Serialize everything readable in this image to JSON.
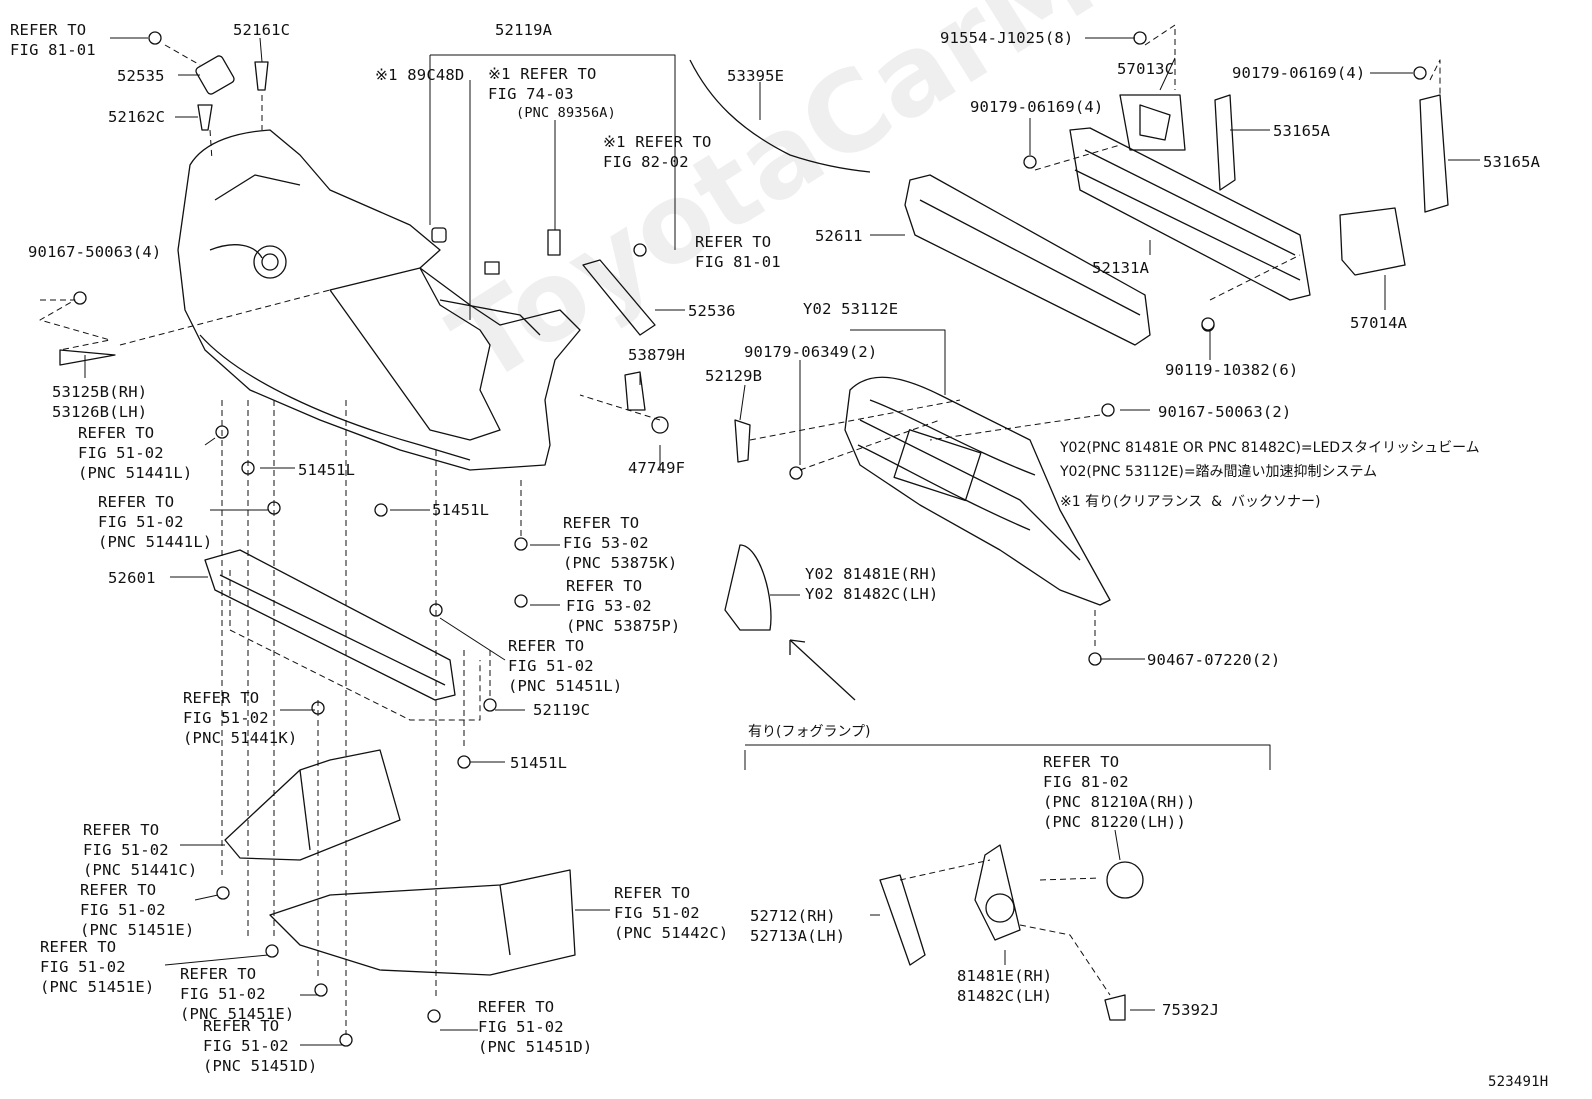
{
  "watermark": "ToyotaCarMine.ru",
  "diagram_id": "523491H",
  "callouts": [
    {
      "id": "c1",
      "text": "REFER TO\nFIG 81-01"
    },
    {
      "id": "c2",
      "text": "52161C"
    },
    {
      "id": "c3",
      "text": "52535"
    },
    {
      "id": "c4",
      "text": "52162C"
    },
    {
      "id": "c5",
      "text": "※1 89C48D"
    },
    {
      "id": "c6",
      "text": "52119A"
    },
    {
      "id": "c7",
      "text": "※1 REFER TO\nFIG 74-03"
    },
    {
      "id": "c8",
      "text": "(PNC 89356A)"
    },
    {
      "id": "c9",
      "text": "53395E"
    },
    {
      "id": "c10",
      "text": "※1 REFER TO\nFIG 82-02"
    },
    {
      "id": "c11",
      "text": "91554-J1025(8)"
    },
    {
      "id": "c12",
      "text": "57013C"
    },
    {
      "id": "c13",
      "text": "90179-06169(4)"
    },
    {
      "id": "c14",
      "text": "90179-06169(4)"
    },
    {
      "id": "c15",
      "text": "53165A"
    },
    {
      "id": "c16",
      "text": "53165A"
    },
    {
      "id": "c17",
      "text": "90167-50063(4)"
    },
    {
      "id": "c18",
      "text": "REFER TO\nFIG 81-01"
    },
    {
      "id": "c19",
      "text": "52611"
    },
    {
      "id": "c20",
      "text": "52131A"
    },
    {
      "id": "c21",
      "text": "52536"
    },
    {
      "id": "c22",
      "text": "57014A"
    },
    {
      "id": "c23",
      "text": "Y02 53112E"
    },
    {
      "id": "c24",
      "text": "90179-06349(2)"
    },
    {
      "id": "c25",
      "text": "90119-10382(6)"
    },
    {
      "id": "c26",
      "text": "53879H"
    },
    {
      "id": "c27",
      "text": "52129B"
    },
    {
      "id": "c28",
      "text": "53125B(RH)\n53126B(LH)"
    },
    {
      "id": "c29",
      "text": "90167-50063(2)"
    },
    {
      "id": "c30",
      "text": "REFER TO\nFIG 51-02\n(PNC 51441L)"
    },
    {
      "id": "c31",
      "text": "47749F"
    },
    {
      "id": "c32",
      "text": "51451L"
    },
    {
      "id": "c33",
      "text": "REFER TO\nFIG 51-02\n(PNC 51441L)"
    },
    {
      "id": "c34",
      "text": "51451L"
    },
    {
      "id": "c35",
      "text": "REFER TO\nFIG 53-02\n(PNC 53875K)"
    },
    {
      "id": "c36",
      "text": "52601"
    },
    {
      "id": "c37",
      "text": "Y02 81481E(RH)\nY02 81482C(LH)"
    },
    {
      "id": "c38",
      "text": "REFER TO\nFIG 53-02\n(PNC 53875P)"
    },
    {
      "id": "c39",
      "text": "REFER TO\nFIG 51-02\n(PNC 51451L)"
    },
    {
      "id": "c40",
      "text": "90467-07220(2)"
    },
    {
      "id": "c41",
      "text": "REFER TO\nFIG 51-02\n(PNC 51441K)"
    },
    {
      "id": "c42",
      "text": "52119C"
    },
    {
      "id": "c43",
      "text": "51451L"
    },
    {
      "id": "c44",
      "text": "REFER TO\nFIG 81-02\n(PNC 81210A(RH))\n(PNC 81220(LH))"
    },
    {
      "id": "c45",
      "text": "REFER TO\nFIG 51-02\n(PNC 51441C)"
    },
    {
      "id": "c46",
      "text": "REFER TO\nFIG 51-02\n(PNC 51451E)"
    },
    {
      "id": "c47",
      "text": "REFER TO\nFIG 51-02\n(PNC 51442C)"
    },
    {
      "id": "c48",
      "text": "52712(RH)\n52713A(LH)"
    },
    {
      "id": "c49",
      "text": "REFER TO\nFIG 51-02\n(PNC 51451E)"
    },
    {
      "id": "c50",
      "text": "REFER TO\nFIG 51-02\n(PNC 51451E)"
    },
    {
      "id": "c51",
      "text": "81481E(RH)\n81482C(LH)"
    },
    {
      "id": "c52",
      "text": "REFER TO\nFIG 51-02\n(PNC 51451D)"
    },
    {
      "id": "c53",
      "text": "REFER TO\nFIG 51-02\n(PNC 51451D)"
    },
    {
      "id": "c54",
      "text": "75392J"
    }
  ],
  "notes": [
    "Y02(PNC 81481E OR PNC 81482C)=LEDスタイリッシュビーム",
    "Y02(PNC 53112E)=踏み間違い加速抑制システム",
    "※1 有り(クリアランス  &  バックソナー)"
  ],
  "fog_group_label": "有り(フォグランプ)"
}
